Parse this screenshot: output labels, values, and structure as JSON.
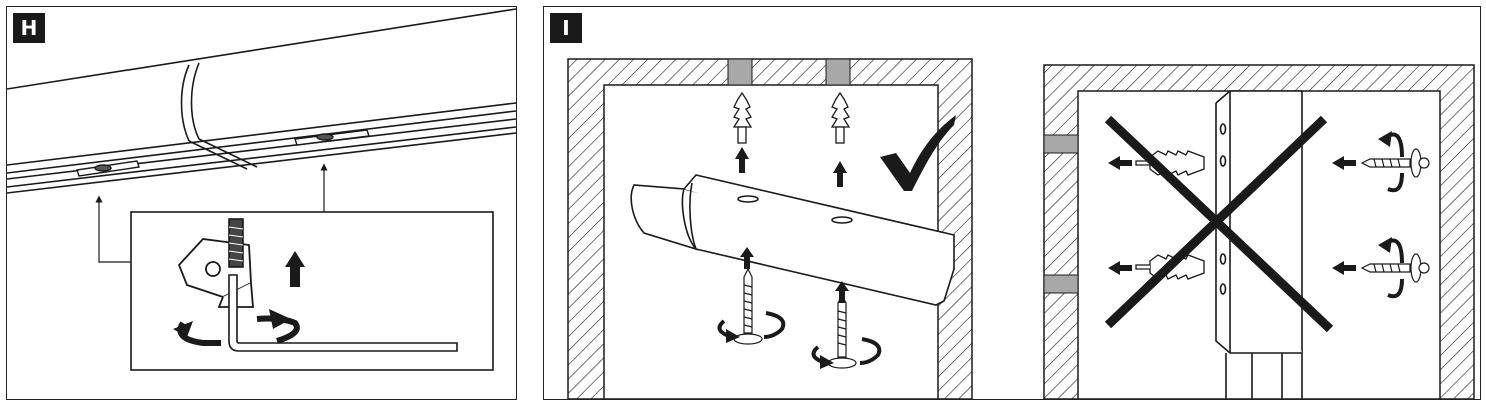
{
  "panels": [
    {
      "id": "H",
      "label": "H"
    },
    {
      "id": "I",
      "label": "I"
    }
  ],
  "colors": {
    "ink": "#1a1a1a",
    "wall_plug": "#a8a8a8",
    "background": "#ffffff"
  },
  "icons": [
    "checkmark-icon",
    "cross-icon",
    "arrow-up-icon",
    "arrow-left-icon",
    "rotate-arrow-icon"
  ]
}
